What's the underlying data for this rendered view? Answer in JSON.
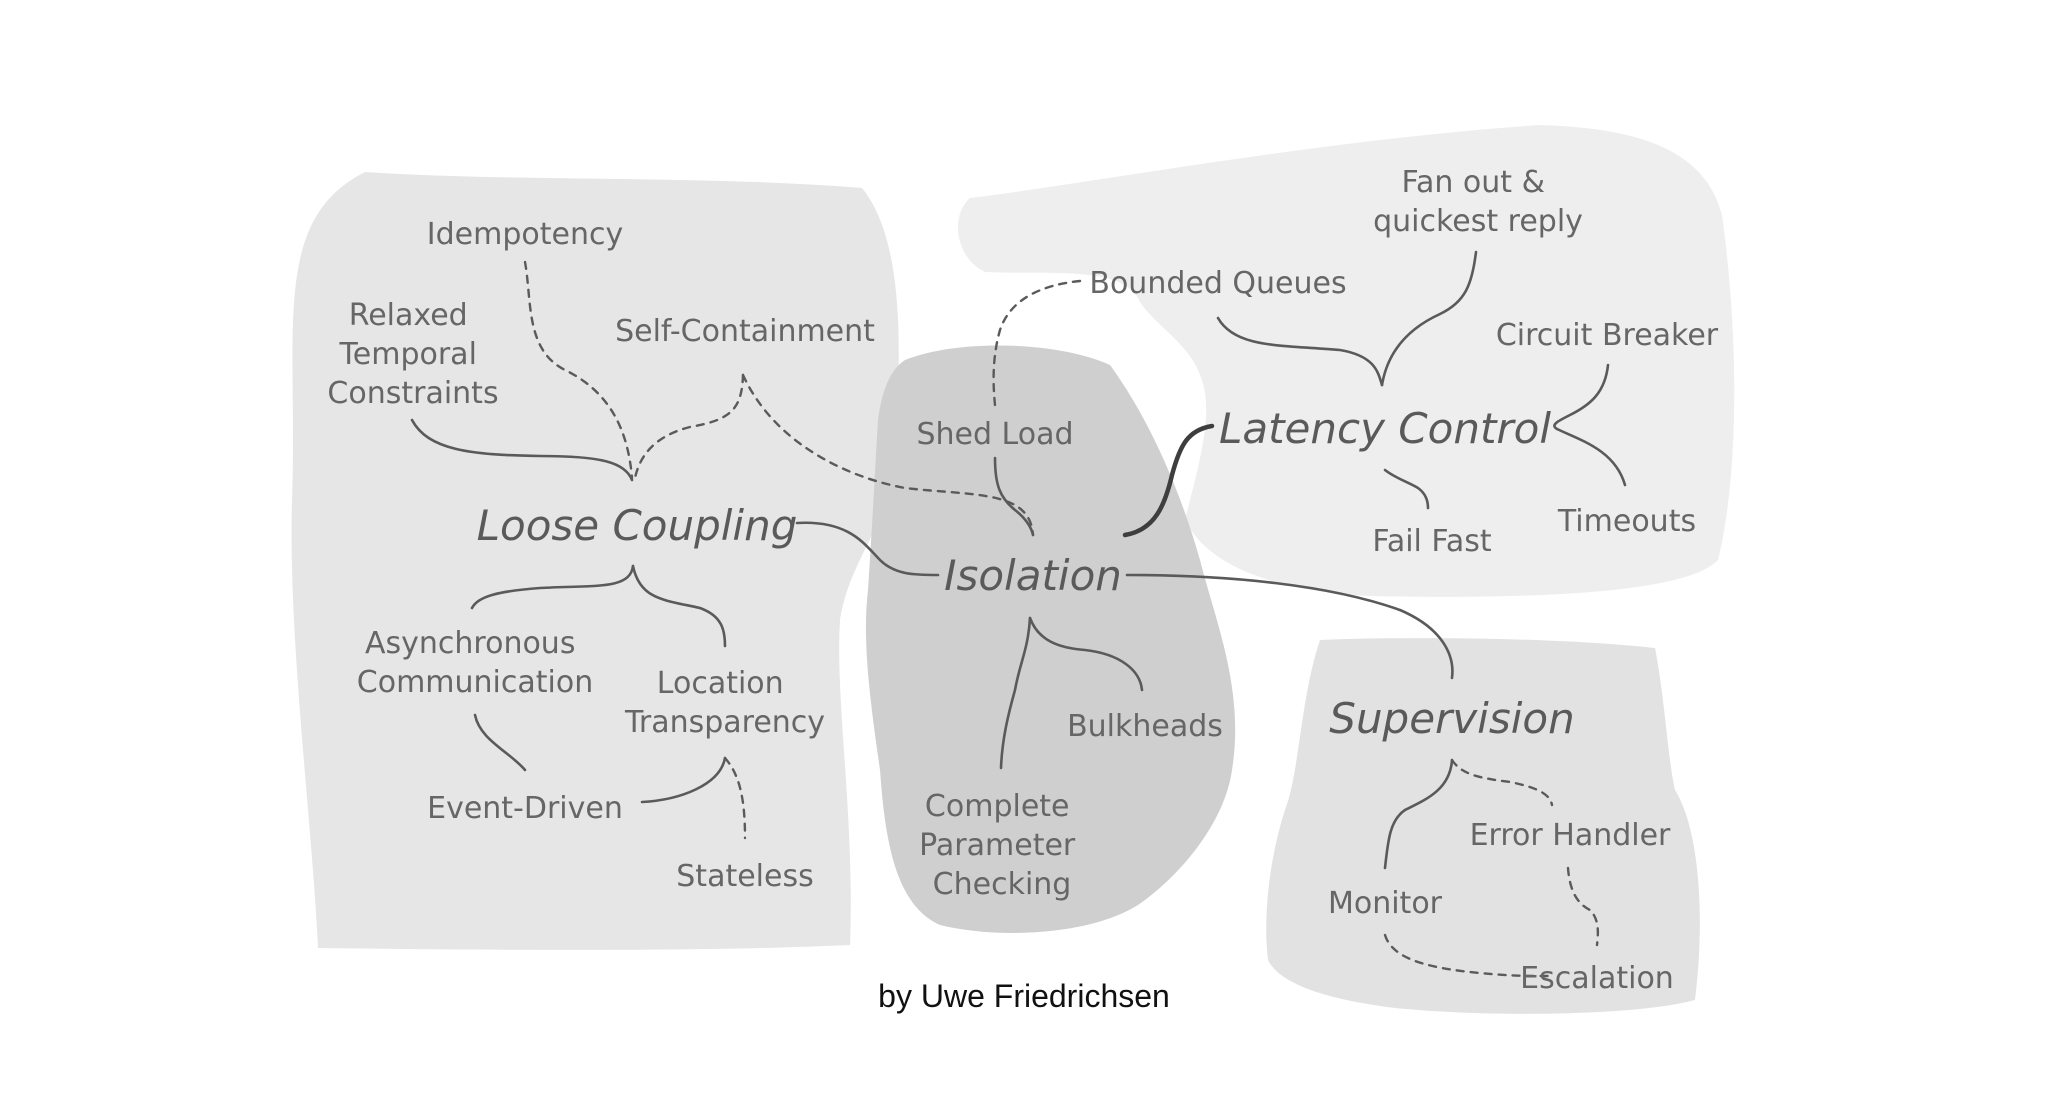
{
  "main_nodes": {
    "loose_coupling": "Loose Coupling",
    "isolation": "Isolation",
    "latency_control": "Latency Control",
    "supervision": "Supervision"
  },
  "labels": {
    "idempotency": "Idempotency",
    "relaxed_temporal_constraints": [
      "Relaxed",
      "Temporal",
      "Constraints"
    ],
    "self_containment": "Self-Containment",
    "asynchronous_communication": [
      "Asynchronous",
      "Communication"
    ],
    "location_transparency": [
      "Location",
      "Transparency"
    ],
    "event_driven": "Event-Driven",
    "stateless": "Stateless",
    "shed_load": "Shed Load",
    "bulkheads": "Bulkheads",
    "complete_parameter_checking": [
      "Complete",
      "Parameter",
      "Checking"
    ],
    "bounded_queues": "Bounded Queues",
    "fan_out_quickest_reply": [
      "Fan out &",
      "quickest reply"
    ],
    "circuit_breaker": "Circuit Breaker",
    "fail_fast": "Fail Fast",
    "timeouts": "Timeouts",
    "error_handler": "Error Handler",
    "monitor": "Monitor",
    "escalation": "Escalation"
  },
  "credit": "by Uwe Friedrichsen",
  "colors": {
    "region_loose_coupling": "#e6e6e6",
    "region_isolation": "#cfcfcf",
    "region_latency_control": "#eeeeee",
    "region_supervision": "#e2e2e2",
    "edge": "#5a5a5a"
  }
}
